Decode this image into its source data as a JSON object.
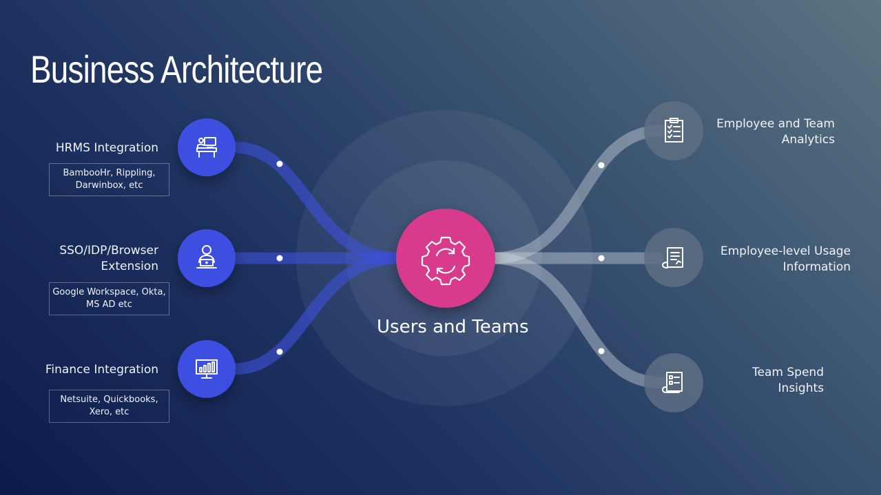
{
  "title": "Business Architecture",
  "center": {
    "label": "Users and Teams",
    "icon": "gear-sync-icon",
    "color": "#d93a8c"
  },
  "inputs": [
    {
      "label": "HRMS Integration",
      "details": "BambooHr, Rippling, Darwinbox, etc",
      "icon": "desk-worker-icon"
    },
    {
      "label": "SSO/IDP/Browser Extension",
      "details": "Google Workspace, Okta, MS AD etc",
      "icon": "user-laptop-icon"
    },
    {
      "label": "Finance Integration",
      "details": "Netsuite, Quickbooks, Xero, etc",
      "icon": "bar-chart-monitor-icon"
    }
  ],
  "outputs": [
    {
      "label": "Employee and Team Analytics",
      "icon": "clipboard-checklist-icon"
    },
    {
      "label": "Employee-level Usage Information",
      "icon": "document-scroll-icon"
    },
    {
      "label": "Team Spend Insights",
      "icon": "receipt-list-icon"
    }
  ],
  "colors": {
    "input_circle": "#3d4fe0",
    "input_flow": "#3e50d8",
    "output_circle": "#5d6f83",
    "output_flow": "#c7cdd6"
  }
}
